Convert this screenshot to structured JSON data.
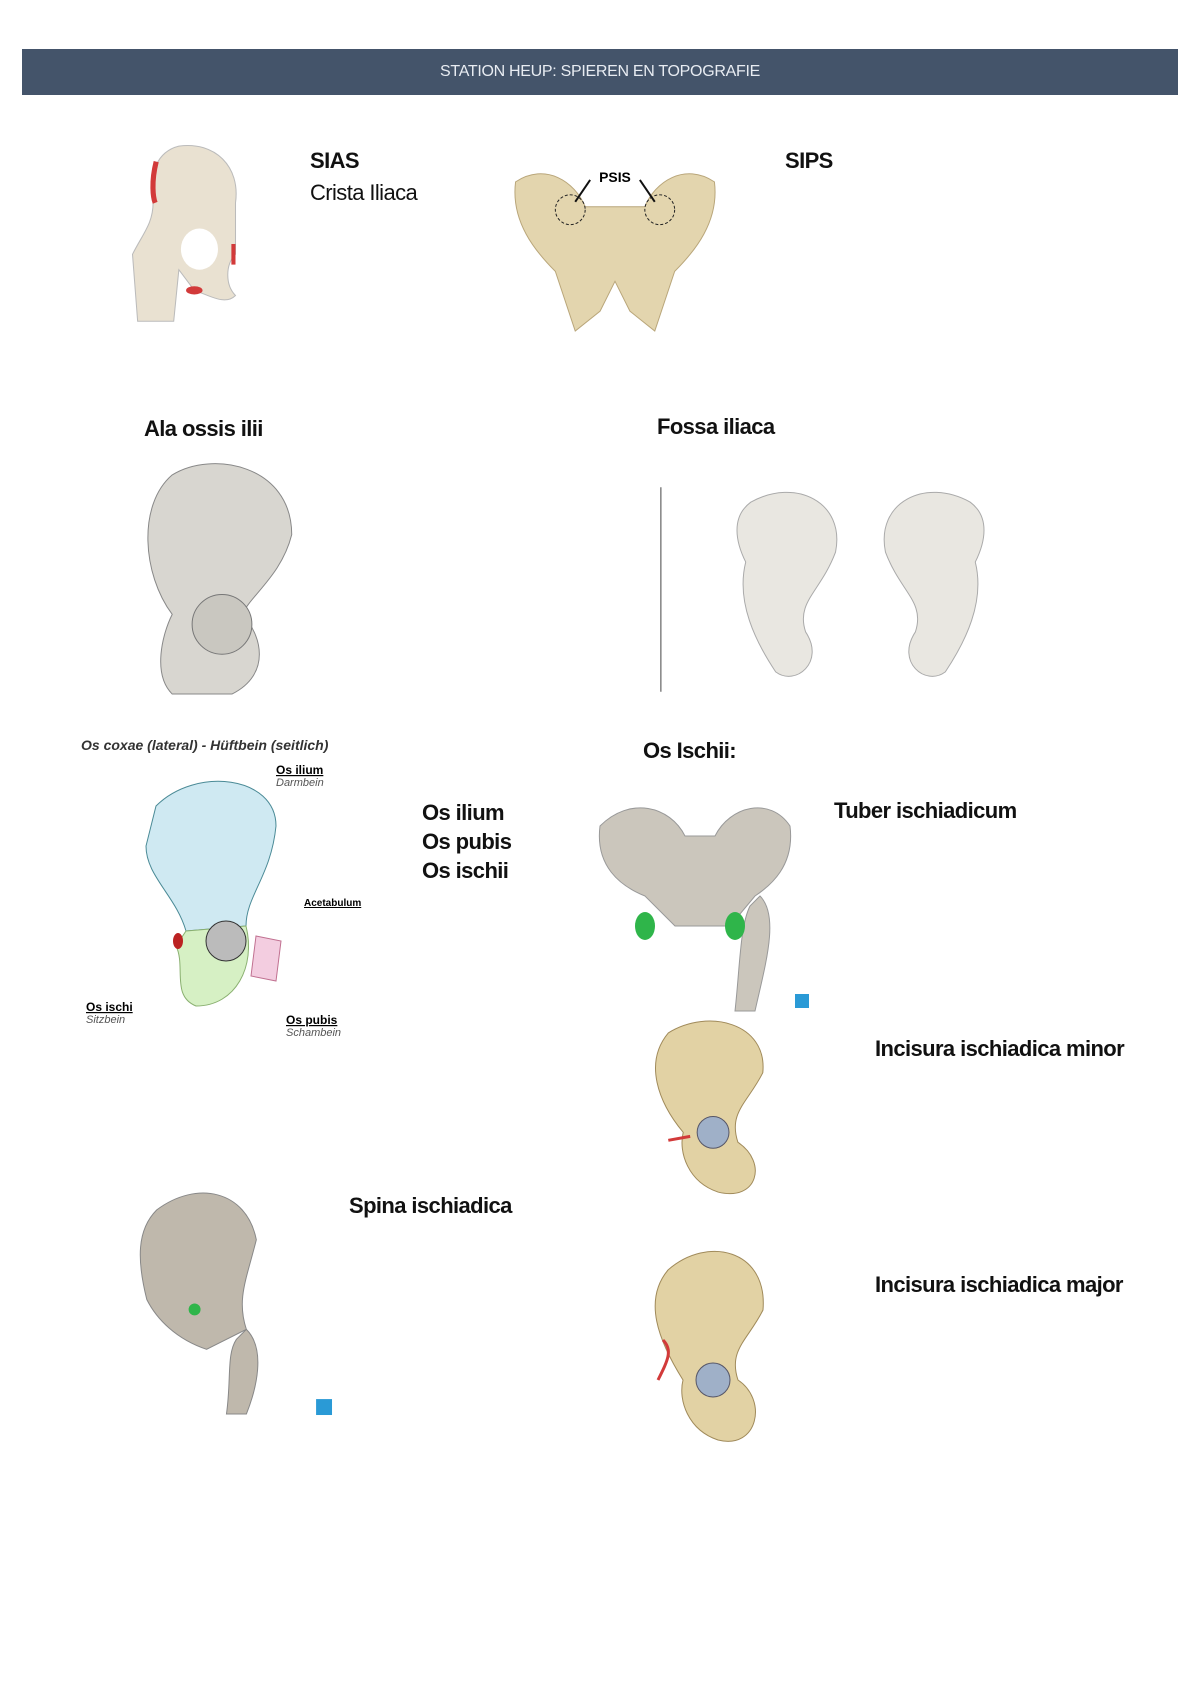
{
  "header": {
    "title": "STATION HEUP: SPIEREN EN TOPOGRAFIE"
  },
  "sections": {
    "sias": {
      "title": "SIAS",
      "subtitle": "Crista Iliaca"
    },
    "sips": {
      "title": "SIPS",
      "image_label": "PSIS"
    },
    "ala": {
      "title": "Ala ossis ilii"
    },
    "fossa": {
      "title": "Fossa iliaca"
    },
    "coxae": {
      "image_title": "Os coxae (lateral) - Hüftbein (seitlich)",
      "image_labels": {
        "ilium": "Os ilium",
        "ilium_de": "Darmbein",
        "acetabulum": "Acetabulum",
        "ischii": "Os ischi",
        "ischii_de": "Sitzbein",
        "pubis": "Os pubis",
        "pubis_de": "Schambein"
      },
      "list": [
        "Os ilium",
        "Os pubis",
        "Os ischii"
      ]
    },
    "ischii": {
      "title": "Os Ischii:"
    },
    "tuber": {
      "title": "Tuber ischiadicum"
    },
    "incisura_minor": {
      "title": "Incisura ischiadica minor"
    },
    "spina": {
      "title": "Spina ischiadica"
    },
    "incisura_major": {
      "title": "Incisura ischiadica major"
    }
  },
  "colors": {
    "header": "#44546a",
    "bone": "#e6dcc0",
    "highlight_red": "#d23a3a",
    "highlight_green": "#2fb54a"
  }
}
